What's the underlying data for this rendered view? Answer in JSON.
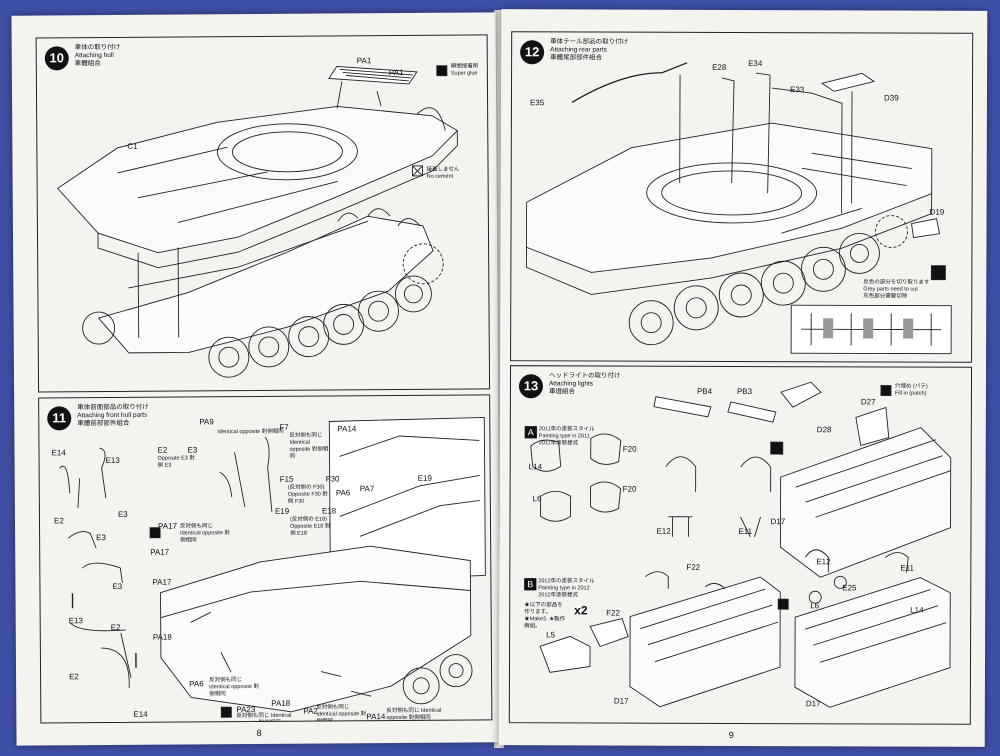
{
  "left_page": {
    "page_number": "8",
    "step10": {
      "number": "10",
      "title_jp": "車体の取り付け",
      "title_en": "Attaching hull",
      "title_cn": "車體組合",
      "parts": [
        "PA1",
        "PA1",
        "C1"
      ],
      "glue_note_jp": "瞬間接着剤",
      "glue_note_en": "Super glue",
      "cement_note_jp": "接着しません",
      "cement_note_en": "No cement"
    },
    "step11": {
      "number": "11",
      "title_jp": "車体前面部品の取り付け",
      "title_en": "Attaching front hull parts",
      "title_cn": "車體前部部件組合",
      "parts": [
        "E14",
        "E13",
        "E2",
        "E3",
        "E3",
        "E3",
        "E13",
        "E2",
        "E2",
        "E14",
        "PA9",
        "F7",
        "E2",
        "E3",
        "F15",
        "F30",
        "E19",
        "E18",
        "PA17",
        "PA17",
        "PA17",
        "PA18",
        "PA6",
        "PA23",
        "PA18",
        "PA2",
        "PA14",
        "PA14",
        "PA6",
        "PA7",
        "E19"
      ],
      "notes": {
        "pa9": "Identical opposite 對側相同",
        "f7": "反対側も同じ Identical opposite 對側相同",
        "e2": "Opposite E3 對側 E3",
        "f15": "(反対側の F30) Opposite F30 對側 F30",
        "e19": "(反対側の E18) Opposite E18 對側 E18",
        "pa17": "反対側も同じ Identical opposite 對側相同",
        "pa6": "反対側も同じ Identical opposite 對側相同",
        "pa23": "反対側も同じ Identical opposite 對側相同",
        "pa2": "反対側も同じ Identical opposite 對側相同",
        "pa14": "反対側も同じ Identical opposite 對側相同"
      }
    }
  },
  "right_page": {
    "page_number": "9",
    "step12": {
      "number": "12",
      "title_jp": "車体テール部品の取り付け",
      "title_en": "Attaching rear parts",
      "title_cn": "車體尾部部件組合",
      "parts": [
        "E35",
        "E28",
        "E34",
        "E33",
        "D39",
        "D19"
      ],
      "cut_note_jp": "反色の部分を切り取ります",
      "cut_note_en": "Grey parts need to cut",
      "cut_note_cn": "灰色部分需要切除"
    },
    "step13": {
      "number": "13",
      "title_jp": "ヘッドライトの取り付け",
      "title_en": "Attaching lights",
      "title_cn": "車燈組合",
      "sub_a": {
        "letter": "A",
        "text_jp": "2011年の塗装スタイル",
        "text_en": "Painting type in 2011",
        "text_cn": "2011年塗裝樣式",
        "parts": [
          "L14",
          "F20",
          "L6",
          "F20",
          "PB4",
          "PB3",
          "E12",
          "E11",
          "D28",
          "D27",
          "D17"
        ]
      },
      "fill_note_jp": "穴埋め (パテ)",
      "fill_note_en": "Fill in (patch)",
      "sub_b": {
        "letter": "B",
        "text_jp": "2012年の塗装スタイル",
        "text_en": "Painting type in 2012",
        "text_cn": "2012年塗裝樣式",
        "make_note": "★以下の部品を作ります。 ★Make2. ★製作兩組。",
        "multiplier": "x2",
        "parts": [
          "F22",
          "F22",
          "L5",
          "D17",
          "E12",
          "E25",
          "L6",
          "E11",
          "L14",
          "D17"
        ]
      }
    }
  }
}
